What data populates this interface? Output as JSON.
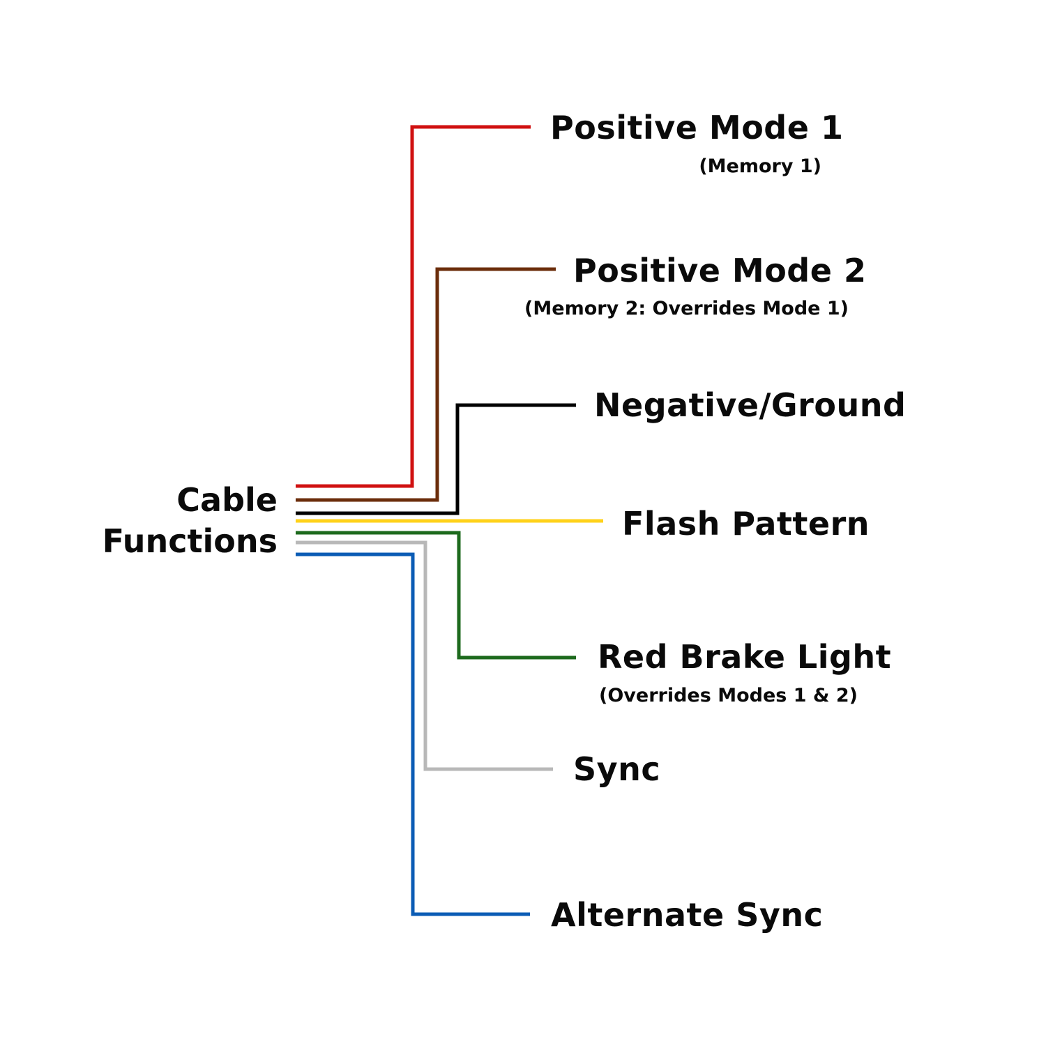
{
  "title": {
    "line1": "Cable",
    "line2": "Functions"
  },
  "wires": [
    {
      "id": "positive-mode-1",
      "color": "#d01010",
      "label": "Positive Mode 1",
      "sublabel": "(Memory 1)"
    },
    {
      "id": "positive-mode-2",
      "color": "#6b2d0b",
      "label": "Positive Mode 2",
      "sublabel": "(Memory 2: Overrides Mode 1)"
    },
    {
      "id": "negative-ground",
      "color": "#000000",
      "label": "Negative/Ground",
      "sublabel": ""
    },
    {
      "id": "flash-pattern",
      "color": "#ffd21a",
      "label": "Flash Pattern",
      "sublabel": ""
    },
    {
      "id": "red-brake-light",
      "color": "#1d6a1d",
      "label": "Red Brake Light",
      "sublabel": "(Overrides Modes 1 & 2)"
    },
    {
      "id": "sync",
      "color": "#b8b8b8",
      "label": "Sync",
      "sublabel": ""
    },
    {
      "id": "alternate-sync",
      "color": "#0b5cb5",
      "label": "Alternate Sync",
      "sublabel": ""
    }
  ]
}
